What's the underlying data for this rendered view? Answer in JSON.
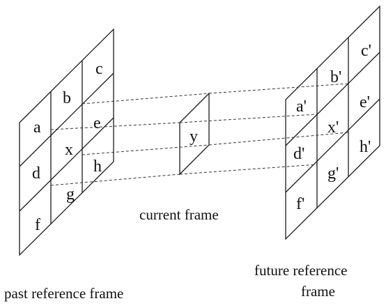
{
  "past_frame": {
    "cells": {
      "a": "a",
      "b": "b",
      "c": "c",
      "d": "d",
      "x": "x",
      "e": "e",
      "f": "f",
      "g": "g",
      "h": "h"
    },
    "caption": "past reference frame"
  },
  "current_frame": {
    "cell": "y",
    "caption": "current frame"
  },
  "future_frame": {
    "cells": {
      "a": "a'",
      "b": "b'",
      "c": "c'",
      "d": "d'",
      "x": "x'",
      "e": "e'",
      "f": "f'",
      "g": "g'",
      "h": "h'"
    },
    "caption_line1": "future reference",
    "caption_line2": "frame"
  }
}
